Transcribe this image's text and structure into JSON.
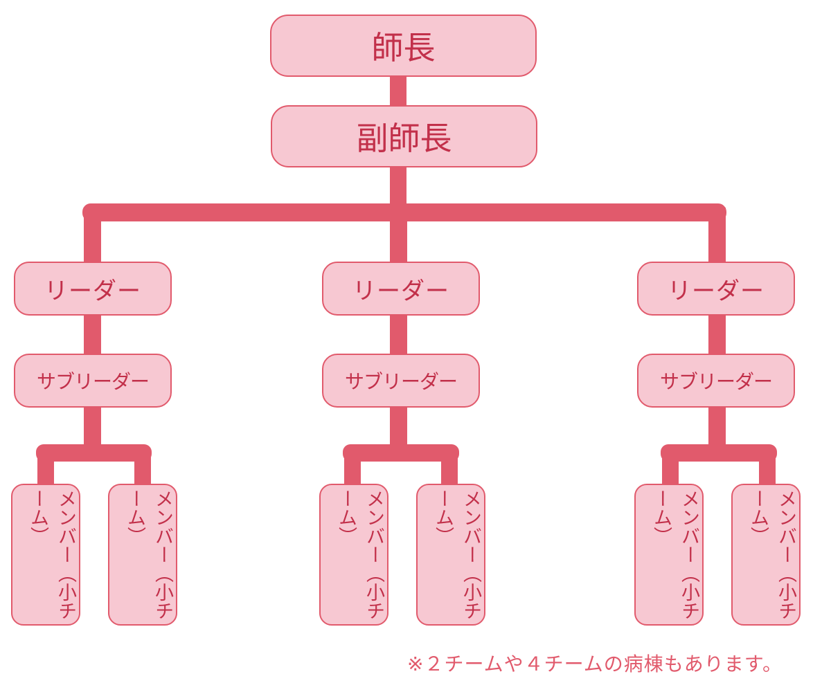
{
  "nodes": {
    "head": "師長",
    "deputy": "副師長",
    "leader": "リーダー",
    "subleader": "サブリーダー",
    "member": "メンバー（小チーム）"
  },
  "footnote": "※２チームや４チームの病棟もあります。",
  "colors": {
    "line": "#e15a6c",
    "box_fill": "#f7c8d2",
    "text": "#c2304a"
  }
}
